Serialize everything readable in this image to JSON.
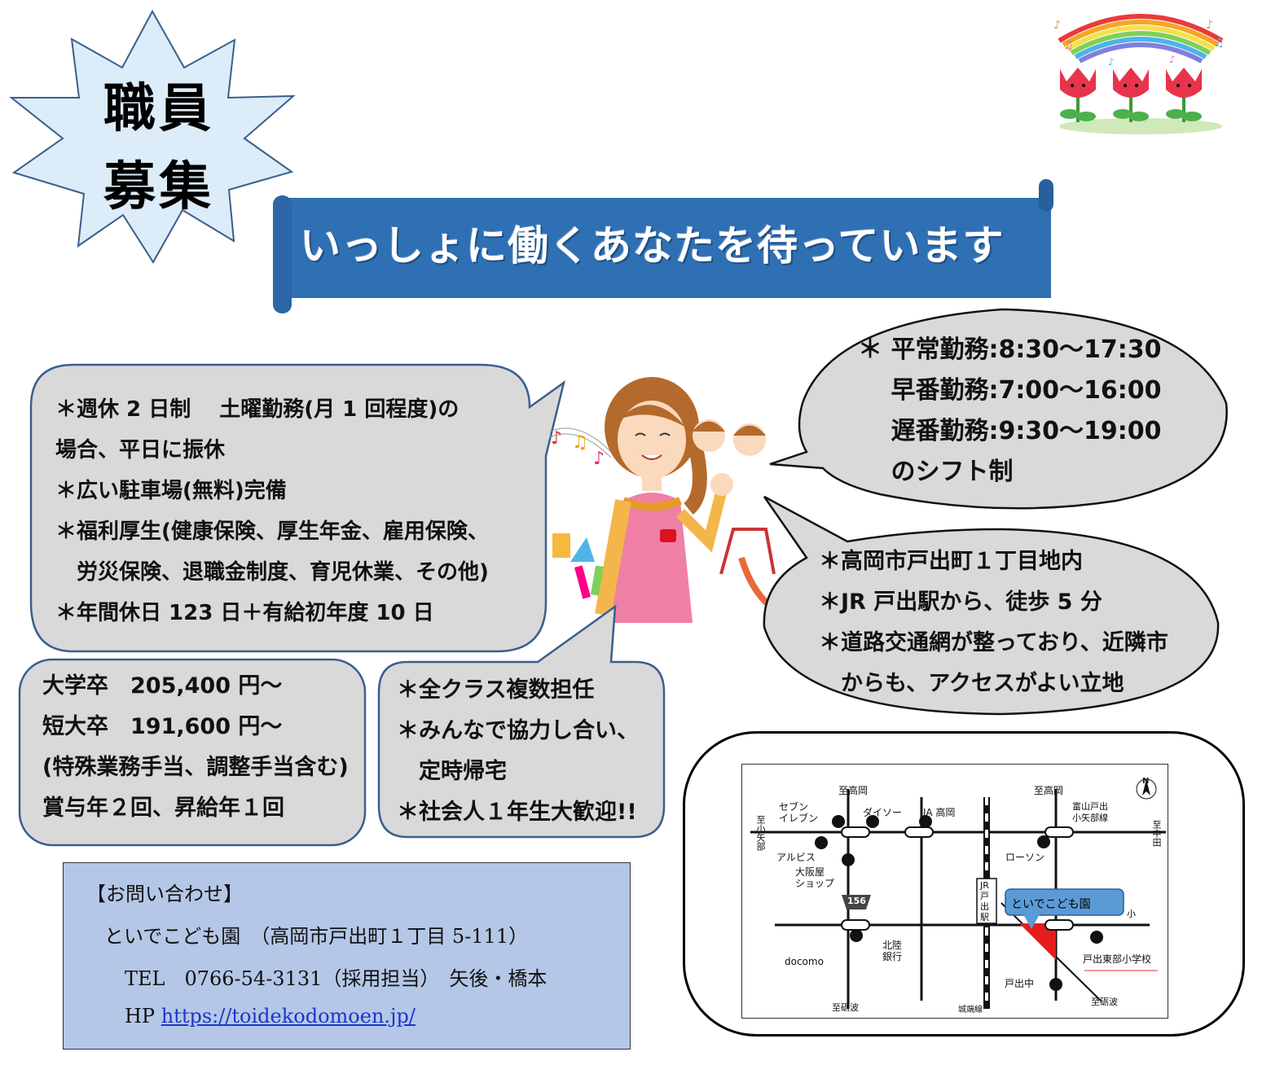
{
  "headline": {
    "line1": "職員",
    "line2": "募集"
  },
  "banner": {
    "text": "いっしょに働くあなたを待っています"
  },
  "benefits": {
    "lines": [
      "＊週休 2 日制　 土曜勤務(月 1 回程度)の",
      "場合、平日に振休",
      "＊広い駐車場(無料)完備",
      "＊福利厚生(健康保険、厚生年金、雇用保険、",
      "　労災保険、退職金制度、育児休業、その他)",
      "＊年間休日 123 日＋有給初年度 10 日"
    ]
  },
  "shifts": {
    "lines": [
      "＊ 平常勤務:8:30〜17:30",
      "　 早番勤務:7:00〜16:00",
      "　 遅番勤務:9:30〜19:00",
      "　 のシフト制"
    ]
  },
  "location": {
    "lines": [
      "＊高岡市戸出町１丁目地内",
      "＊JR 戸出駅から、徒歩 5 分",
      "＊道路交通網が整っており、近隣市",
      "　からも、アクセスがよい立地"
    ]
  },
  "salary": {
    "lines": [
      "大学卒　205,400 円〜",
      "短大卒　191,600 円〜",
      "(特殊業務手当、調整手当含む)",
      "賞与年２回、昇給年１回"
    ]
  },
  "teamwork": {
    "lines": [
      "＊全クラス複数担任",
      "＊みんなで協力し合い、",
      "　定時帰宅",
      "＊社会人１年生大歓迎!!"
    ]
  },
  "contact": {
    "heading": "【お問い合わせ】",
    "org": "といでこども園　（高岡市戸出町１丁目 5-111）",
    "tel": "TEL　0766-54-3131（採用担当）　矢後・橋本",
    "hp_label": "HP",
    "hp_url": "https://toidekodomoen.jp/"
  },
  "map": {
    "labels": {
      "north": "N",
      "to_takaoka_1": "至高岡",
      "to_takaoka_2": "至高岡",
      "to_koyabe": "至小矢部",
      "to_nakada": "至中田",
      "to_tonami_1": "至砺波",
      "to_tonami_2": "至砺波",
      "seven": "セブン\nイレブン",
      "daiso": "ダイソー",
      "ja": "JA 高岡",
      "toyama_line": "富山戸出\n小矢部線",
      "albis": "アルビス",
      "osakaya": "大阪屋\nショップ",
      "lawson": "ローソン",
      "jr_station": "JR戸出駅",
      "route": "156",
      "kodomoen": "といでこども園",
      "sho": "小",
      "hokuriku": "北陸\n銀行",
      "docomo": "docomo",
      "east_school": "戸出東部小学校",
      "junior_high": "戸出中",
      "johata": "城端線"
    }
  }
}
